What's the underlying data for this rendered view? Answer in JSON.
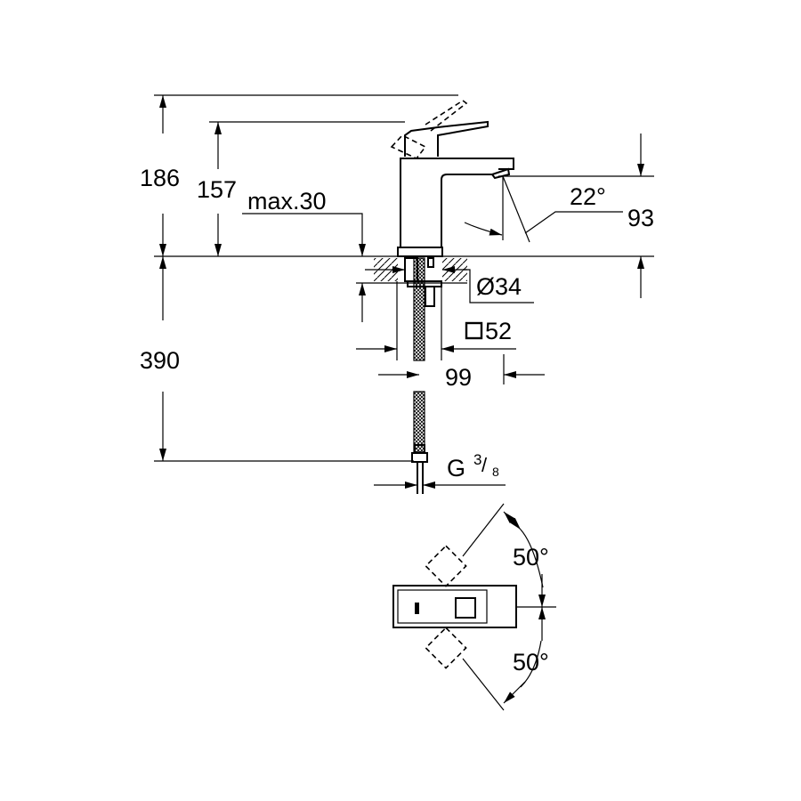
{
  "drawing": {
    "dim_total_height": "186",
    "dim_spout_height": "157",
    "dim_max_thickness": "max.30",
    "dim_spout_angle": "22°",
    "dim_spout_clearance": "93",
    "dim_hole_diameter": "Ø34",
    "dim_base_square": "52",
    "dim_projection": "99",
    "dim_hose_length": "390",
    "connection_thread_letter": "G",
    "connection_thread_num": "3",
    "connection_thread_den": "8",
    "handle_rotation_left": "50°",
    "handle_rotation_right": "50°"
  }
}
